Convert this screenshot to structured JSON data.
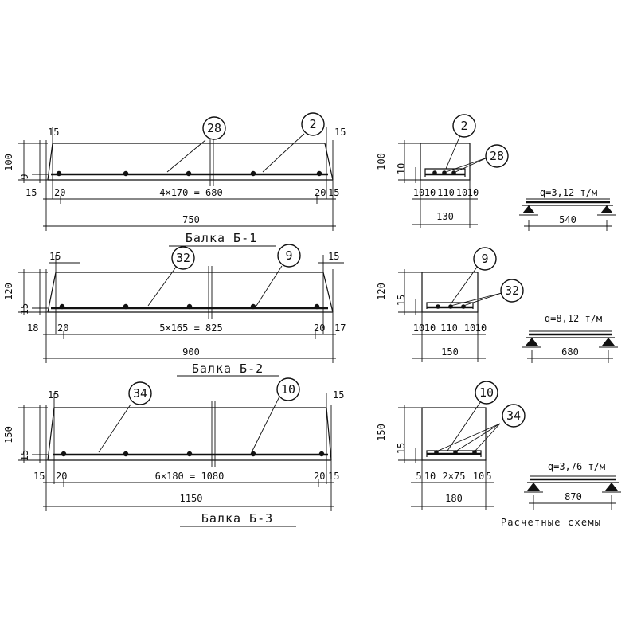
{
  "caption_schemes": "Расчетные схемы",
  "beams": [
    {
      "title": "Балка Б-1",
      "end_left": "15",
      "end_right": "15",
      "mark_bar": "28",
      "mark_stirrup": "2",
      "height": "100",
      "cover": "9",
      "bottom_left_edge": "15",
      "bottom_left_gap": "20",
      "spacing_label": "4×170 = 680",
      "bottom_right_gap": "20",
      "bottom_right_edge": "15",
      "total_length": "750",
      "section": {
        "mark_stirrup": "2",
        "mark_bar": "28",
        "height": "100",
        "cover": "10",
        "sub_dims": [
          "10",
          "10",
          "110",
          "10",
          "10"
        ],
        "width": "130"
      },
      "scheme": {
        "load": "q=3,12 т/м",
        "span": "540"
      }
    },
    {
      "title": "Балка Б-2",
      "end_left": "15",
      "end_right": "15",
      "mark_bar": "32",
      "mark_stirrup": "9",
      "height": "120",
      "cover": "15",
      "bottom_left_edge": "18",
      "bottom_left_gap": "20",
      "spacing_label": "5×165 = 825",
      "bottom_right_gap": "20",
      "bottom_right_edge": "17",
      "total_length": "900",
      "section": {
        "mark_stirrup": "9",
        "mark_bar": "32",
        "height": "120",
        "cover": "15",
        "sub_dims": [
          "10",
          "10",
          "110",
          "10",
          "10"
        ],
        "width": "150"
      },
      "scheme": {
        "load": "q=8,12 т/м",
        "span": "680"
      }
    },
    {
      "title": "Балка Б-3",
      "end_left": "15",
      "end_right": "15",
      "mark_bar": "34",
      "mark_stirrup": "10",
      "height": "150",
      "cover": "15",
      "bottom_left_edge": "15",
      "bottom_left_gap": "20",
      "spacing_label": "6×180 = 1080",
      "bottom_right_gap": "20",
      "bottom_right_edge": "15",
      "total_length": "1150",
      "section": {
        "mark_stirrup": "10",
        "mark_bar": "34",
        "height": "150",
        "cover": "15",
        "sub_dims": [
          "5",
          "10",
          "2×75",
          "10",
          "5"
        ],
        "width": "180"
      },
      "scheme": {
        "load": "q=3,76 т/м",
        "span": "870"
      }
    }
  ]
}
